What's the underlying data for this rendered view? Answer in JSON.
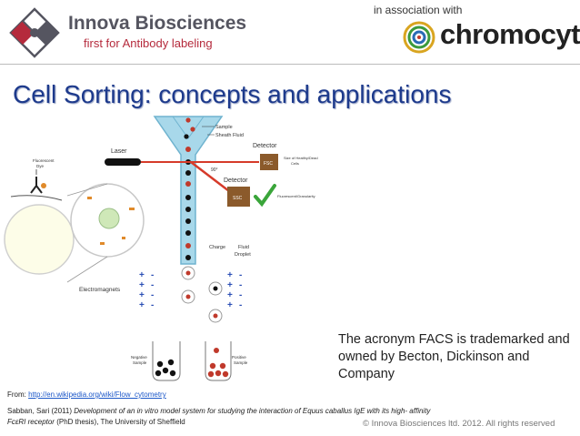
{
  "header": {
    "brand_name": "Innova Biosciences",
    "brand_tagline": "first for Antibody labeling",
    "association_text": "in association with",
    "partner_name": "chromocyte"
  },
  "slide": {
    "title": "Cell Sorting: concepts and applications",
    "note": "The acronym FACS is trademarked and owned by Becton, Dickinson and Company",
    "from_prefix": "From: ",
    "from_link": "http://en.wikipedia.org/wiki/Flow_cytometry",
    "citation_line1_prefix": "Sabban, Sari (2011) ",
    "citation_line1_italic": "Development of an in vitro model system for studying the interaction of Equus caballus IgE with its high- affinity",
    "citation_line2_italic": "FcεRI receptor",
    "citation_line2_rest": " (PhD thesis), The University of Sheffield",
    "copyright": "© Innova Biosciences ltd. 2012. All rights reserved"
  },
  "diagram": {
    "labels": {
      "sample": "Sample",
      "sheath_fluid": "Sheath Fluid",
      "laser": "Laser",
      "detector_top": "Detector",
      "fsc": "FSC",
      "size_note_1": "Size of Healthy/Dead",
      "size_note_2": "Cells",
      "angle": "90°",
      "detector_bottom": "Detector",
      "ssc": "SSC",
      "granularity": "Fluorescent/Granularity",
      "fluorescent_dye_1": "Fluorescent",
      "fluorescent_dye_2": "Dye",
      "charge": "Charge",
      "fluid_droplet_1": "Fluid",
      "fluid_droplet_2": "Droplet",
      "electromagnets": "Electromagnets",
      "negative_sample_1": "Negative",
      "negative_sample_2": "Sample",
      "positive_sample_1": "Positive",
      "positive_sample_2": "Sample"
    },
    "colors": {
      "nozzle": "#a8d8ea",
      "detector": "#8b5a2b",
      "laser_beam": "#d63a2a",
      "cell": "#111111",
      "positive_cell": "#c0392b",
      "check": "#3aa53a",
      "plus": "#2b4fb5"
    }
  }
}
